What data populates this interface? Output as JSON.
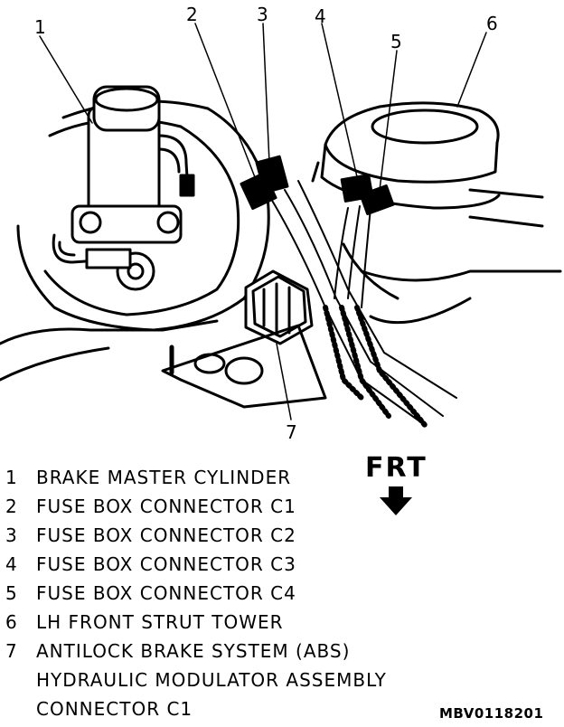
{
  "callouts": {
    "c1": "1",
    "c2": "2",
    "c3": "3",
    "c4": "4",
    "c5": "5",
    "c6": "6",
    "c7": "7"
  },
  "legend": {
    "items": [
      {
        "num": "1",
        "text": "BRAKE MASTER CYLINDER"
      },
      {
        "num": "2",
        "text": "FUSE BOX CONNECTOR C1"
      },
      {
        "num": "3",
        "text": "FUSE BOX CONNECTOR C2"
      },
      {
        "num": "4",
        "text": "FUSE BOX CONNECTOR C3"
      },
      {
        "num": "5",
        "text": "FUSE BOX CONNECTOR C4"
      },
      {
        "num": "6",
        "text": "LH FRONT STRUT TOWER"
      },
      {
        "num": "7",
        "text": "ANTILOCK BRAKE SYSTEM (ABS)"
      }
    ],
    "item7_line2": "HYDRAULIC MODULATOR ASSEMBLY",
    "item7_line3": "CONNECTOR C1"
  },
  "direction": {
    "label": "FRT",
    "icon": "down-arrow-icon"
  },
  "figure_code": "MBV0118201",
  "colors": {
    "ink": "#000000",
    "paper": "#ffffff"
  }
}
